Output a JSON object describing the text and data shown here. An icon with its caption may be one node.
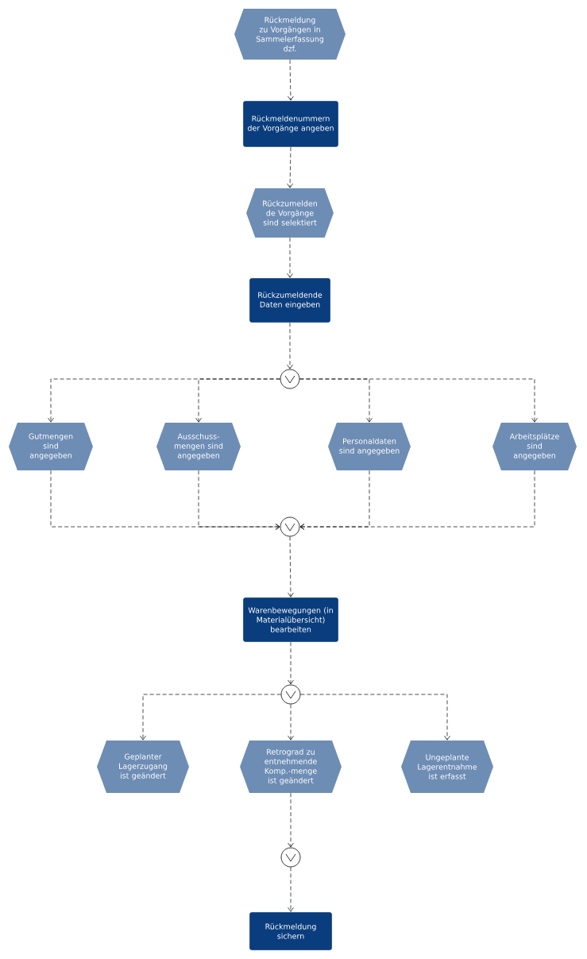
{
  "diagram": {
    "nodes": [
      {
        "text": [
          "Rückmeldung zu Vorgängen in Sammelerfassung dzf."
        ]
      },
      {
        "text": [
          "Rückmeldenummern der Vorgänge angeben"
        ]
      },
      {
        "text": [
          "Rückzumelden de Vorgänge sind selektiert"
        ]
      },
      {
        "text": [
          "Rückzumeldende Daten eingeben"
        ]
      },
      {
        "text": [],
        "shape": "circle"
      },
      {
        "text": [
          "Gutmengen sind angegeben"
        ]
      },
      {
        "text": [
          "Ausschuss-mengen sind angegeben"
        ]
      },
      {
        "text": [
          "Personaldaten sind angegeben"
        ]
      },
      {
        "text": [
          "Arbeitsplätze sind angegeben"
        ]
      },
      {
        "text": [],
        "shape": "circle"
      },
      {
        "text": [
          "Warenbewegungen (in Materialübersicht) bearbeiten"
        ]
      },
      {
        "text": [],
        "shape": "circle"
      },
      {
        "text": [
          "Geplanter Lagerzugang ist geändert"
        ]
      },
      {
        "text": [
          "Retrograd zu entnehmende Komp.-menge ist geändert"
        ]
      },
      {
        "text": [
          "Ungeplante Lagerentnahme ist erfasst"
        ]
      },
      {
        "text": [],
        "shape": "circle"
      },
      {
        "text": [
          "Rückmeldung sichern"
        ]
      }
    ],
    "edges": [
      {
        "from": 0,
        "to": 1,
        "arrow": "to",
        "style": "dashed"
      },
      {
        "from": 1,
        "to": 2,
        "arrow": "to",
        "style": "dashed"
      },
      {
        "from": 2,
        "to": 3,
        "arrow": "to",
        "style": "dashed"
      },
      {
        "from": 3,
        "to": 4,
        "arrow": "to",
        "style": "dashed"
      },
      {
        "from": 4,
        "to": 5,
        "arrow": "to",
        "style": "dashed"
      },
      {
        "from": 4,
        "to": 6,
        "arrow": "to",
        "style": "dashed"
      },
      {
        "from": 4,
        "to": 7,
        "arrow": "to",
        "style": "dashed"
      },
      {
        "from": 4,
        "to": 8,
        "arrow": "to",
        "style": "dashed"
      },
      {
        "from": 5,
        "to": 9,
        "arrow": "to",
        "style": "dashed"
      },
      {
        "from": 6,
        "to": 9,
        "arrow": "to",
        "style": "dashed"
      },
      {
        "from": 7,
        "to": 9,
        "arrow": "to",
        "style": "dashed"
      },
      {
        "from": 8,
        "to": 9,
        "arrow": "to",
        "style": "dashed"
      },
      {
        "from": 9,
        "to": 10,
        "arrow": "to",
        "style": "dashed"
      },
      {
        "from": 10,
        "to": 11,
        "arrow": "to",
        "style": "dashed"
      },
      {
        "from": 11,
        "to": 12,
        "arrow": "to",
        "style": "dashed"
      },
      {
        "from": 11,
        "to": 13,
        "arrow": "to",
        "style": "dashed"
      },
      {
        "from": 11,
        "to": 14,
        "arrow": "to",
        "style": "dashed"
      },
      {
        "from": 13,
        "to": 15,
        "arrow": "to",
        "style": "dashed"
      },
      {
        "from": 15,
        "to": 16,
        "arrow": "to",
        "style": "dashed"
      }
    ]
  }
}
